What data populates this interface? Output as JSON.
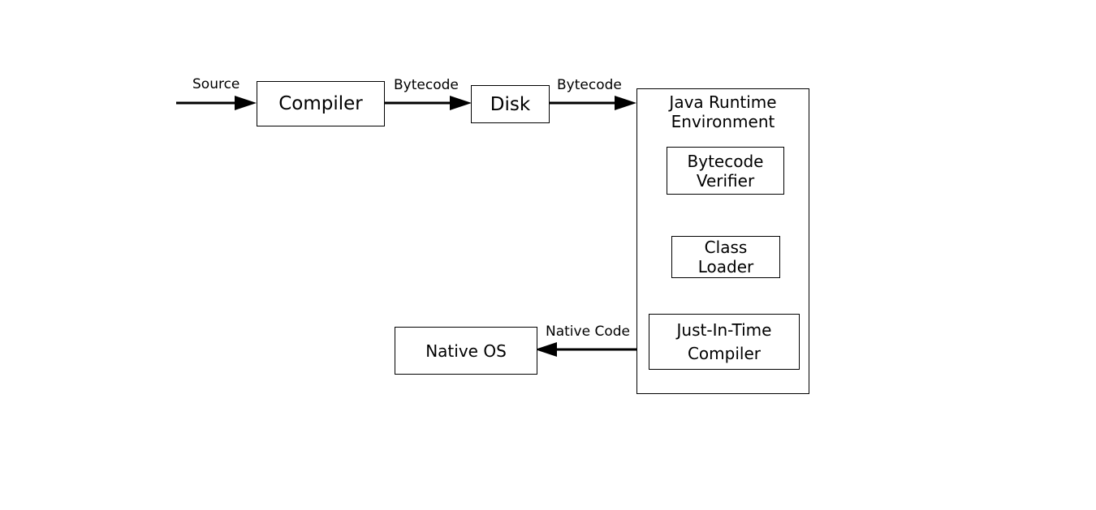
{
  "nodes": {
    "compiler": "Compiler",
    "disk": "Disk",
    "jre": {
      "line1": "Java Runtime",
      "line2": "Environment"
    },
    "bytecode_verifier": {
      "line1": "Bytecode",
      "line2": "Verifier"
    },
    "class_loader": {
      "line1": "Class",
      "line2": "Loader"
    },
    "jit": {
      "line1": "Just-In-Time",
      "line2": "Compiler"
    },
    "native_os": "Native OS"
  },
  "edges": {
    "source_label": "Source",
    "bytecode_label_1": "Bytecode",
    "bytecode_label_2": "Bytecode",
    "native_code_label": "Native Code"
  },
  "colors": {
    "stroke": "#000000",
    "background": "#ffffff"
  }
}
